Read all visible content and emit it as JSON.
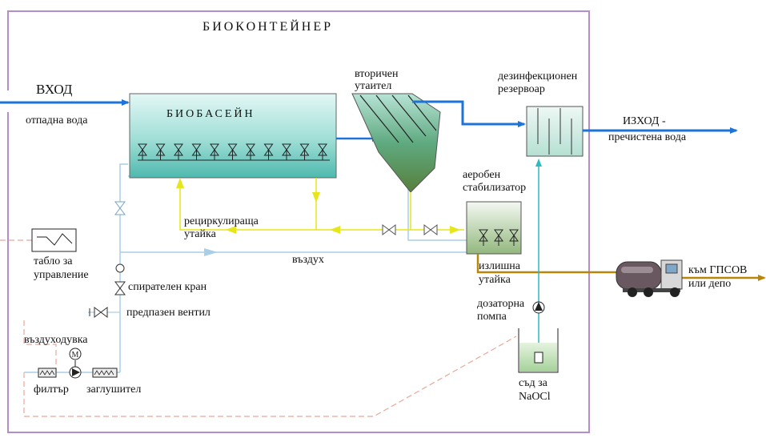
{
  "title": "БИОКОНТЕЙНЕР",
  "inlet": {
    "label": "ВХОД",
    "sublabel": "отпадна вода"
  },
  "biobasin": {
    "label": "БИОБАСЕЙН"
  },
  "secondary_settler": {
    "line1": "вторичен",
    "line2": "утаител"
  },
  "disinfection_tank": {
    "line1": "дезинфекционен",
    "line2": "резервоар"
  },
  "outlet": {
    "line1": "ИЗХОД -",
    "line2": "пречистена вода"
  },
  "aerobic_stabilizer": {
    "line1": "аеробен",
    "line2": "стабилизатор"
  },
  "recirculation": {
    "line1": "рециркулираща",
    "line2": "утайка"
  },
  "air": {
    "label": "въздух"
  },
  "control_panel": {
    "line1": "табло за",
    "line2": "управление"
  },
  "shutoff_valve": {
    "label": "спирателен кран"
  },
  "safety_valve": {
    "label": "предпазен вентил"
  },
  "blower": {
    "label": "въздуходувка",
    "motor_symbol": "M"
  },
  "filter": {
    "label": "филтър"
  },
  "silencer": {
    "label": "заглушител"
  },
  "excess_sludge": {
    "line1": "излишна",
    "line2": "утайка"
  },
  "dosing_pump": {
    "line1": "дозаторна",
    "line2": "помпа"
  },
  "naocl_tank": {
    "line1": "съд за",
    "line2": "NaOCl"
  },
  "destination": {
    "line1": "към ГПСОВ",
    "line2": "или депо"
  },
  "colors": {
    "water": "#1e73d8",
    "sludge": "#e6e61a",
    "excess_sludge": "#b8860b",
    "air": "#a9cfe8",
    "frame": "#b48ec8",
    "control": "#e8a89a",
    "dosing": "#2bbcc4"
  }
}
